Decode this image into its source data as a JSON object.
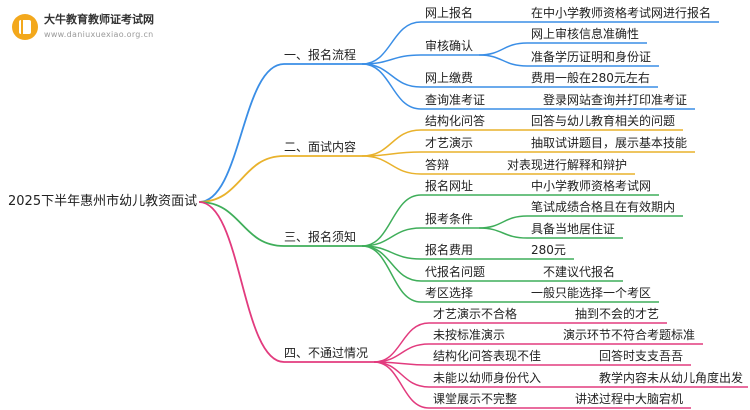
{
  "brand": {
    "name": "大牛教育教师证考试网",
    "domain": "www.daniuxuexiao.org.cn",
    "logo_color": "#f3a81c"
  },
  "root": {
    "label": "2025下半年惠州市幼儿教资面试"
  },
  "branches": [
    {
      "id": "b1",
      "label": "一、报名流程",
      "color": "#3a8ee6",
      "children": [
        {
          "label": "网上报名",
          "leaves": [
            "在中小学教师资格考试网进行报名"
          ]
        },
        {
          "label": "审核确认",
          "leaves": [
            "网上审核信息准确性",
            "准备学历证明和身份证"
          ]
        },
        {
          "label": "网上缴费",
          "leaves": [
            "费用一般在280元左右"
          ]
        },
        {
          "label": "查询准考证",
          "leaves": [
            "登录网站查询并打印准考证"
          ]
        }
      ]
    },
    {
      "id": "b2",
      "label": "二、面试内容",
      "color": "#e9b22c",
      "children": [
        {
          "label": "结构化问答",
          "leaves": [
            "回答与幼儿教育相关的问题"
          ]
        },
        {
          "label": "才艺演示",
          "leaves": [
            "抽取试讲题目，展示基本技能"
          ]
        },
        {
          "label": "答辩",
          "leaves": [
            "对表现进行解释和辩护"
          ]
        }
      ]
    },
    {
      "id": "b3",
      "label": "三、报名须知",
      "color": "#3fae5a",
      "children": [
        {
          "label": "报名网址",
          "leaves": [
            "中小学教师资格考试网"
          ]
        },
        {
          "label": "报考条件",
          "leaves": [
            "笔试成绩合格且在有效期内",
            "具备当地居住证"
          ]
        },
        {
          "label": "报名费用",
          "leaves": [
            "280元"
          ]
        },
        {
          "label": "代报名问题",
          "leaves": [
            "不建议代报名"
          ]
        },
        {
          "label": "考区选择",
          "leaves": [
            "一般只能选择一个考区"
          ]
        }
      ]
    },
    {
      "id": "b4",
      "label": "四、不通过情况",
      "color": "#e23b7e",
      "children": [
        {
          "label": "才艺演示不合格",
          "leaves": [
            "抽到不会的才艺"
          ]
        },
        {
          "label": "未按标准演示",
          "leaves": [
            "演示环节不符合考题标准"
          ]
        },
        {
          "label": "结构化问答表现不佳",
          "leaves": [
            "回答时支支吾吾"
          ]
        },
        {
          "label": "未能以幼师身份代入",
          "leaves": [
            "教学内容未从幼儿角度出发"
          ]
        },
        {
          "label": "课堂展示不完整",
          "leaves": [
            "讲述过程中大脑宕机"
          ]
        }
      ]
    }
  ]
}
